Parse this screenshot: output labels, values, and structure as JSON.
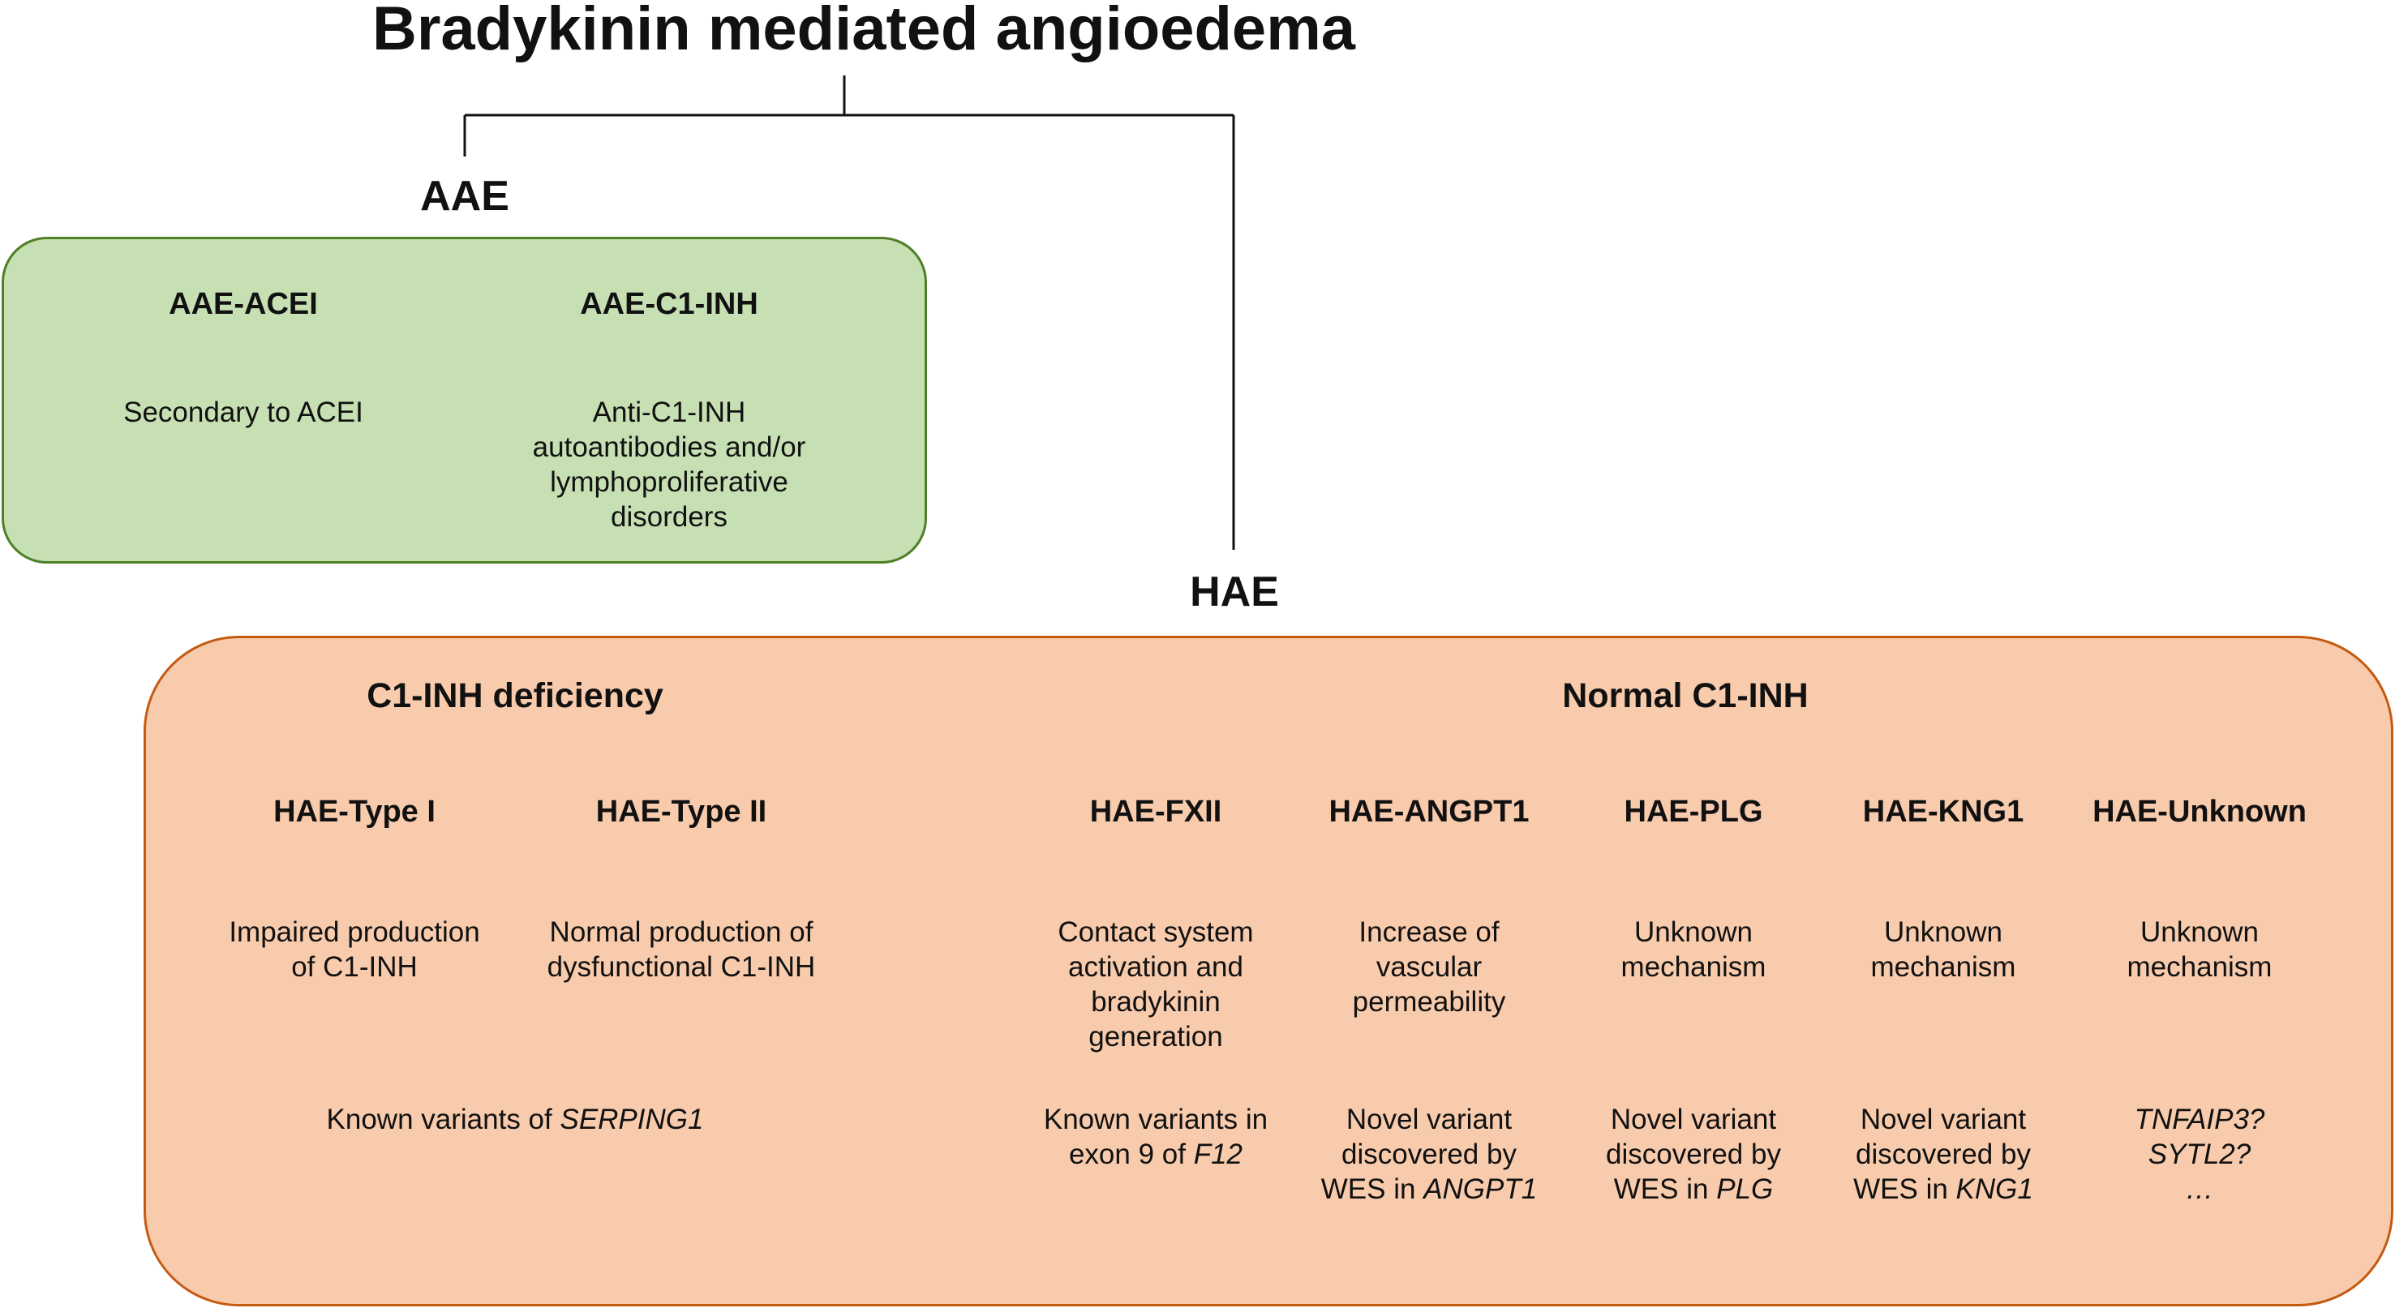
{
  "title": "Bradykinin mediated angioedema",
  "colors": {
    "aae_fill": "#c6e0b4",
    "aae_border": "#4f7f26",
    "hae_fill": "#f8cbad",
    "hae_border": "#c55a11",
    "lines": "#111111"
  },
  "aae": {
    "label": "AAE",
    "types": [
      {
        "name": "AAE-ACEI",
        "description": [
          "Secondary to ACEI"
        ]
      },
      {
        "name": "AAE-C1-INH",
        "description": [
          "Anti-C1-INH",
          "autoantibodies and/or",
          "lymphoproliferative",
          "disorders"
        ]
      }
    ]
  },
  "hae": {
    "label": "HAE",
    "deficiency": {
      "label": "C1-INH deficiency",
      "types": [
        {
          "name": "HAE-Type I",
          "mechanism": [
            "Impaired production",
            "of C1-INH"
          ]
        },
        {
          "name": "HAE-Type II",
          "mechanism": [
            "Normal production of",
            "dysfunctional C1-INH"
          ]
        }
      ],
      "genetics_prefix": "Known variants of ",
      "genetics_gene": "SERPING1"
    },
    "normal": {
      "label": "Normal C1-INH",
      "types": [
        {
          "name": "HAE-FXII",
          "mechanism": [
            "Contact system",
            "activation and",
            "bradykinin",
            "generation"
          ],
          "genetics": [
            "Known variants in",
            "exon 9 of "
          ],
          "gene": "F12"
        },
        {
          "name": "HAE-ANGPT1",
          "mechanism": [
            "Increase of",
            "vascular",
            "permeability"
          ],
          "genetics": [
            "Novel variant",
            "discovered by",
            "WES in "
          ],
          "gene": "ANGPT1"
        },
        {
          "name": "HAE-PLG",
          "mechanism": [
            "Unknown",
            "mechanism"
          ],
          "genetics": [
            "Novel variant",
            "discovered by",
            "WES in "
          ],
          "gene": "PLG"
        },
        {
          "name": "HAE-KNG1",
          "mechanism": [
            "Unknown",
            "mechanism"
          ],
          "genetics": [
            "Novel variant",
            "discovered by",
            "WES in "
          ],
          "gene": "KNG1"
        },
        {
          "name": "HAE-Unknown",
          "mechanism": [
            "Unknown",
            "mechanism"
          ],
          "genetics_italic": [
            "TNFAIP3?",
            "SYTL2?",
            "…"
          ]
        }
      ]
    }
  }
}
